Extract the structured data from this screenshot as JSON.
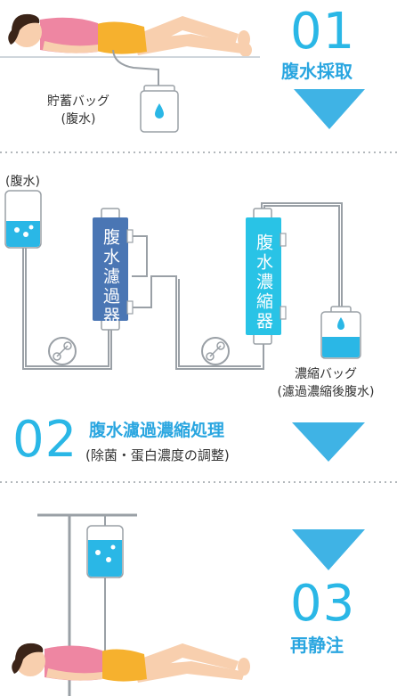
{
  "step1": {
    "number": "01",
    "title": "腹水採取"
  },
  "step2": {
    "number": "02",
    "title": "腹水濾過濃縮処理",
    "subtitle": "(除菌・蛋白濃度の調整)"
  },
  "step3": {
    "number": "03",
    "title": "再静注"
  },
  "labels": {
    "storage_bag_line1": "貯蓄バッグ",
    "storage_bag_line2": "(腹水)",
    "ascites_bag": "(腹水)",
    "filter": "腹水濾過器",
    "concentrator": "腹水濃縮器",
    "concentrate_bag_line1": "濃縮バッグ",
    "concentrate_bag_line2": "(濾過濃縮後腹水)"
  },
  "colors": {
    "accent": "#2ab7e6",
    "filter": "#4a76b4",
    "concentrator": "#29c3e6",
    "fluid": "#2ab7e6",
    "shirt": "#ee86a2",
    "pants": "#f6b12e",
    "skin": "#f8cfae",
    "hair": "#3b2418"
  },
  "icons": [
    "down-arrow-icon",
    "pump-icon",
    "droplet-icon",
    "iv-stand-icon"
  ]
}
